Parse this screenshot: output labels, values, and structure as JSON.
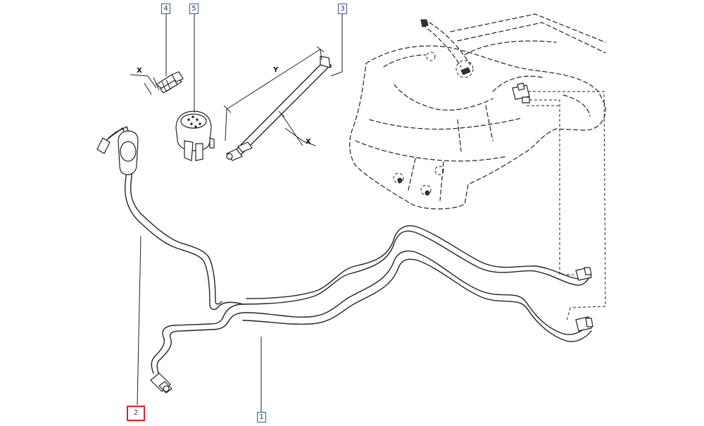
{
  "callouts": [
    {
      "id": "1",
      "label": "1"
    },
    {
      "id": "2",
      "label": "2",
      "selected": true
    },
    {
      "id": "3",
      "label": "3"
    },
    {
      "id": "4",
      "label": "4"
    },
    {
      "id": "5",
      "label": "5"
    }
  ],
  "dimension_labels": {
    "x_top_left": "X",
    "x_bottom": "X",
    "y_label": "Y"
  },
  "colors": {
    "callout_border": "#2f5f8f",
    "selected_border": "#e0202a",
    "line": "#222222"
  }
}
